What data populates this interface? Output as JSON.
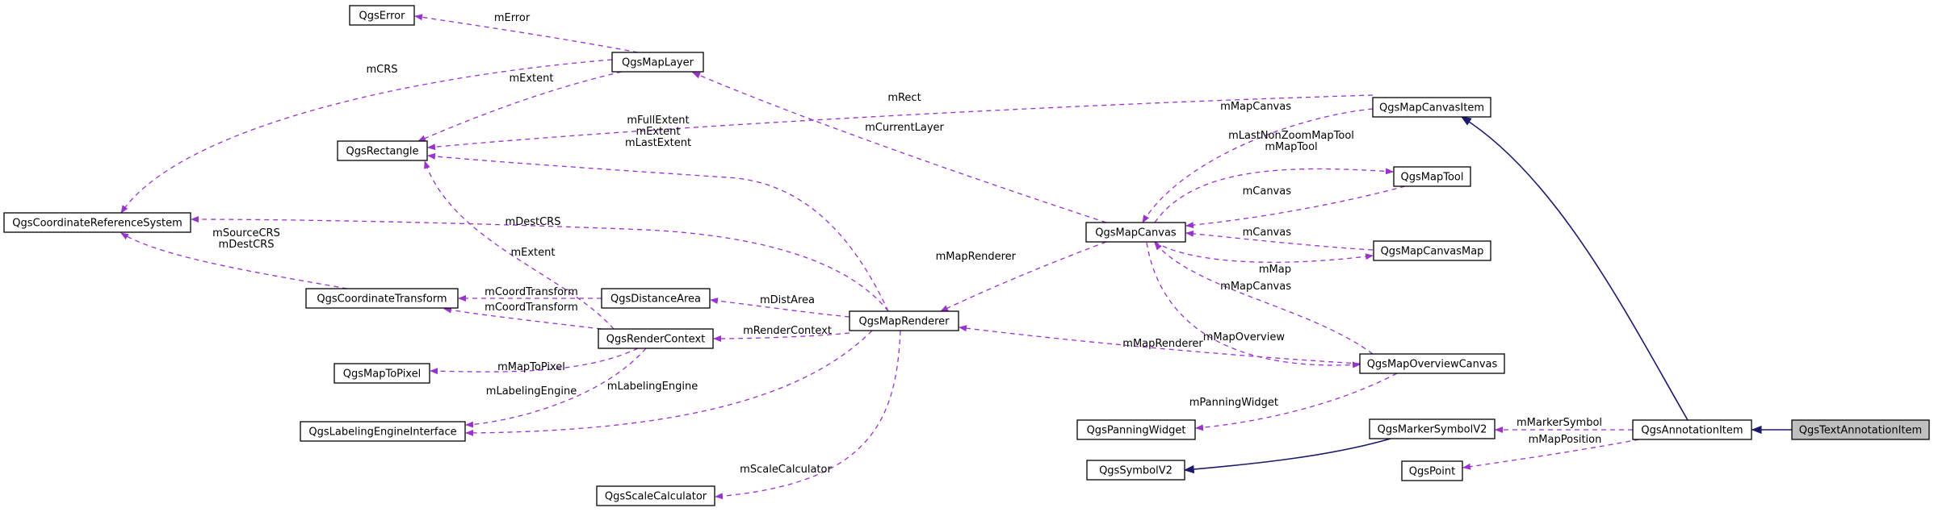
{
  "colors": {
    "dashed_edge": "#9a32cd",
    "inherit_edge": "#191970",
    "node_fill": "#ffffff",
    "highlight_fill": "#bfbfbf"
  },
  "nodes": [
    {
      "id": "QgsError",
      "label": "QgsError"
    },
    {
      "id": "QgsMapLayer",
      "label": "QgsMapLayer"
    },
    {
      "id": "QgsRectangle",
      "label": "QgsRectangle"
    },
    {
      "id": "QgsCoordinateReferenceSystem",
      "label": "QgsCoordinateReferenceSystem"
    },
    {
      "id": "QgsCoordinateTransform",
      "label": "QgsCoordinateTransform"
    },
    {
      "id": "QgsMapToPixel",
      "label": "QgsMapToPixel"
    },
    {
      "id": "QgsLabelingEngineInterface",
      "label": "QgsLabelingEngineInterface"
    },
    {
      "id": "QgsDistanceArea",
      "label": "QgsDistanceArea"
    },
    {
      "id": "QgsRenderContext",
      "label": "QgsRenderContext"
    },
    {
      "id": "QgsScaleCalculator",
      "label": "QgsScaleCalculator"
    },
    {
      "id": "QgsMapRenderer",
      "label": "QgsMapRenderer"
    },
    {
      "id": "QgsMapCanvas",
      "label": "QgsMapCanvas"
    },
    {
      "id": "QgsPanningWidget",
      "label": "QgsPanningWidget"
    },
    {
      "id": "QgsSymbolV2",
      "label": "QgsSymbolV2"
    },
    {
      "id": "QgsMapCanvasItem",
      "label": "QgsMapCanvasItem"
    },
    {
      "id": "QgsMapTool",
      "label": "QgsMapTool"
    },
    {
      "id": "QgsMapCanvasMap",
      "label": "QgsMapCanvasMap"
    },
    {
      "id": "QgsMapOverviewCanvas",
      "label": "QgsMapOverviewCanvas"
    },
    {
      "id": "QgsMarkerSymbolV2",
      "label": "QgsMarkerSymbolV2"
    },
    {
      "id": "QgsPoint",
      "label": "QgsPoint"
    },
    {
      "id": "QgsAnnotationItem",
      "label": "QgsAnnotationItem"
    },
    {
      "id": "QgsTextAnnotationItem",
      "label": "QgsTextAnnotationItem",
      "highlight": true
    }
  ],
  "edges": [
    {
      "from": "QgsMapLayer",
      "to": "QgsError",
      "style": "dashed",
      "label": [
        "mError"
      ]
    },
    {
      "from": "QgsMapLayer",
      "to": "QgsCoordinateReferenceSystem",
      "style": "dashed",
      "label": [
        "mCRS"
      ]
    },
    {
      "from": "QgsMapLayer",
      "to": "QgsRectangle",
      "style": "dashed",
      "label": [
        "mExtent"
      ]
    },
    {
      "from": "QgsMapCanvasItem",
      "to": "QgsRectangle",
      "style": "dashed",
      "label": [
        "mRect"
      ]
    },
    {
      "from": "QgsMapRenderer",
      "to": "QgsRectangle",
      "style": "dashed",
      "label": [
        "mFullExtent",
        "mExtent",
        "mLastExtent"
      ]
    },
    {
      "from": "QgsRenderContext",
      "to": "QgsRectangle",
      "style": "dashed",
      "label": [
        "mExtent"
      ]
    },
    {
      "from": "QgsMapRenderer",
      "to": "QgsCoordinateReferenceSystem",
      "style": "dashed",
      "label": [
        "mDestCRS"
      ]
    },
    {
      "from": "QgsCoordinateTransform",
      "to": "QgsCoordinateReferenceSystem",
      "style": "dashed",
      "label": [
        "mSourceCRS",
        "mDestCRS"
      ]
    },
    {
      "from": "QgsDistanceArea",
      "to": "QgsCoordinateTransform",
      "style": "dashed",
      "label": [
        "mCoordTransform"
      ]
    },
    {
      "from": "QgsRenderContext",
      "to": "QgsCoordinateTransform",
      "style": "dashed",
      "label": [
        "mCoordTransform"
      ]
    },
    {
      "from": "QgsRenderContext",
      "to": "QgsMapToPixel",
      "style": "dashed",
      "label": [
        "mMapToPixel"
      ]
    },
    {
      "from": "QgsRenderContext",
      "to": "QgsLabelingEngineInterface",
      "style": "dashed",
      "label": [
        "mLabelingEngine"
      ]
    },
    {
      "from": "QgsMapRenderer",
      "to": "QgsLabelingEngineInterface",
      "style": "dashed",
      "label": [
        "mLabelingEngine"
      ]
    },
    {
      "from": "QgsMapRenderer",
      "to": "QgsDistanceArea",
      "style": "dashed",
      "label": [
        "mDistArea"
      ]
    },
    {
      "from": "QgsMapRenderer",
      "to": "QgsRenderContext",
      "style": "dashed",
      "label": [
        "mRenderContext"
      ]
    },
    {
      "from": "QgsMapRenderer",
      "to": "QgsScaleCalculator",
      "style": "dashed",
      "label": [
        "mScaleCalculator"
      ]
    },
    {
      "from": "QgsMapCanvas",
      "to": "QgsMapLayer",
      "style": "dashed",
      "label": [
        "mCurrentLayer"
      ]
    },
    {
      "from": "QgsMapCanvas",
      "to": "QgsMapRenderer",
      "style": "dashed",
      "label": [
        "mMapRenderer"
      ]
    },
    {
      "from": "QgsMapOverviewCanvas",
      "to": "QgsMapRenderer",
      "style": "dashed",
      "label": [
        "mMapRenderer"
      ]
    },
    {
      "from": "QgsMapCanvasItem",
      "to": "QgsMapCanvas",
      "style": "dashed",
      "label": [
        "mMapCanvas"
      ]
    },
    {
      "from": "QgsMapCanvas",
      "to": "QgsMapTool",
      "style": "dashed",
      "label": [
        "mLastNonZoomMapTool",
        "mMapTool"
      ]
    },
    {
      "from": "QgsMapTool",
      "to": "QgsMapCanvas",
      "style": "dashed",
      "label": [
        "mCanvas"
      ]
    },
    {
      "from": "QgsMapCanvasMap",
      "to": "QgsMapCanvas",
      "style": "dashed",
      "label": [
        "mCanvas"
      ]
    },
    {
      "from": "QgsMapCanvas",
      "to": "QgsMapCanvasMap",
      "style": "dashed",
      "label": [
        "mMap"
      ]
    },
    {
      "from": "QgsMapOverviewCanvas",
      "to": "QgsMapCanvas",
      "style": "dashed",
      "label": [
        "mMapCanvas"
      ]
    },
    {
      "from": "QgsMapCanvas",
      "to": "QgsMapOverviewCanvas",
      "style": "dashed",
      "label": [
        "mMapOverview"
      ]
    },
    {
      "from": "QgsMapOverviewCanvas",
      "to": "QgsPanningWidget",
      "style": "dashed",
      "label": [
        "mPanningWidget"
      ]
    },
    {
      "from": "QgsMarkerSymbolV2",
      "to": "QgsSymbolV2",
      "style": "solid",
      "label": []
    },
    {
      "from": "QgsAnnotationItem",
      "to": "QgsMapCanvasItem",
      "style": "solid",
      "label": []
    },
    {
      "from": "QgsAnnotationItem",
      "to": "QgsMarkerSymbolV2",
      "style": "dashed",
      "label": [
        "mMarkerSymbol"
      ]
    },
    {
      "from": "QgsAnnotationItem",
      "to": "QgsPoint",
      "style": "dashed",
      "label": [
        "mMapPosition"
      ]
    },
    {
      "from": "QgsTextAnnotationItem",
      "to": "QgsAnnotationItem",
      "style": "solid",
      "label": []
    }
  ]
}
